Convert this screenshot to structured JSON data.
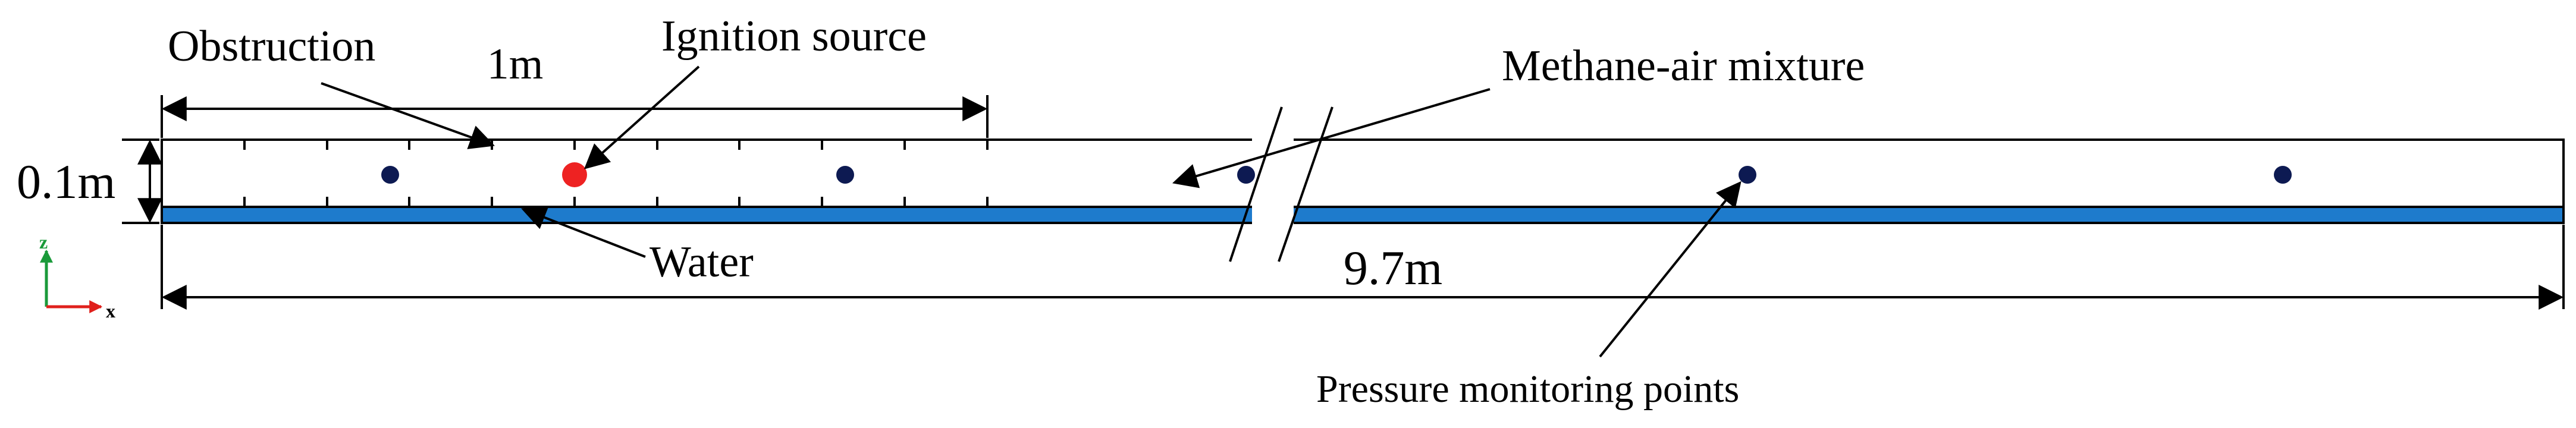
{
  "labels": {
    "obstruction": "Obstruction",
    "ignition_source": "Ignition source",
    "length_1m": "1m",
    "methane_air": "Methane-air mixture",
    "height": "0.1m",
    "water": "Water",
    "length_total": "9.7m",
    "pressure_points": "Pressure monitoring points",
    "axis_z": "z",
    "axis_x": "x"
  },
  "colors": {
    "water": "#1e7bcc",
    "ignition": "#ee2222",
    "monitor_point": "#0d1a52",
    "axis_z": "#1a9a3a",
    "axis_x": "#e0201c",
    "line": "#000000"
  }
}
